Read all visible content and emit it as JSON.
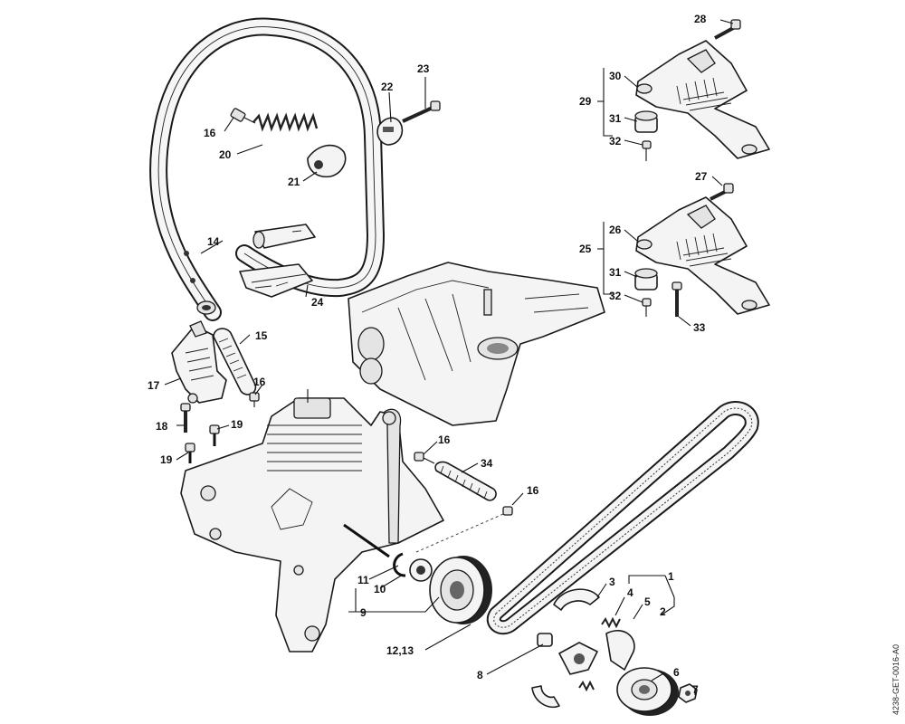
{
  "doc_ref": "4238-GET-0016-A0",
  "labels": {
    "l1": "1",
    "l2": "2",
    "l3": "3",
    "l4": "4",
    "l5": "5",
    "l6": "6",
    "l7": "7",
    "l8": "8",
    "l9": "9",
    "l10": "10",
    "l11": "11",
    "l12_13": "12,13",
    "l14": "14",
    "l15": "15",
    "l16a": "16",
    "l16b": "16",
    "l16c": "16",
    "l16d": "16",
    "l17": "17",
    "l18": "18",
    "l19a": "19",
    "l19b": "19",
    "l20": "20",
    "l21": "21",
    "l22": "22",
    "l23": "23",
    "l24": "24",
    "l25": "25",
    "l26": "26",
    "l27": "27",
    "l28": "28",
    "l29": "29",
    "l30": "30",
    "l31a": "31",
    "l31b": "31",
    "l32a": "32",
    "l32b": "32",
    "l33": "33",
    "l34": "34"
  }
}
